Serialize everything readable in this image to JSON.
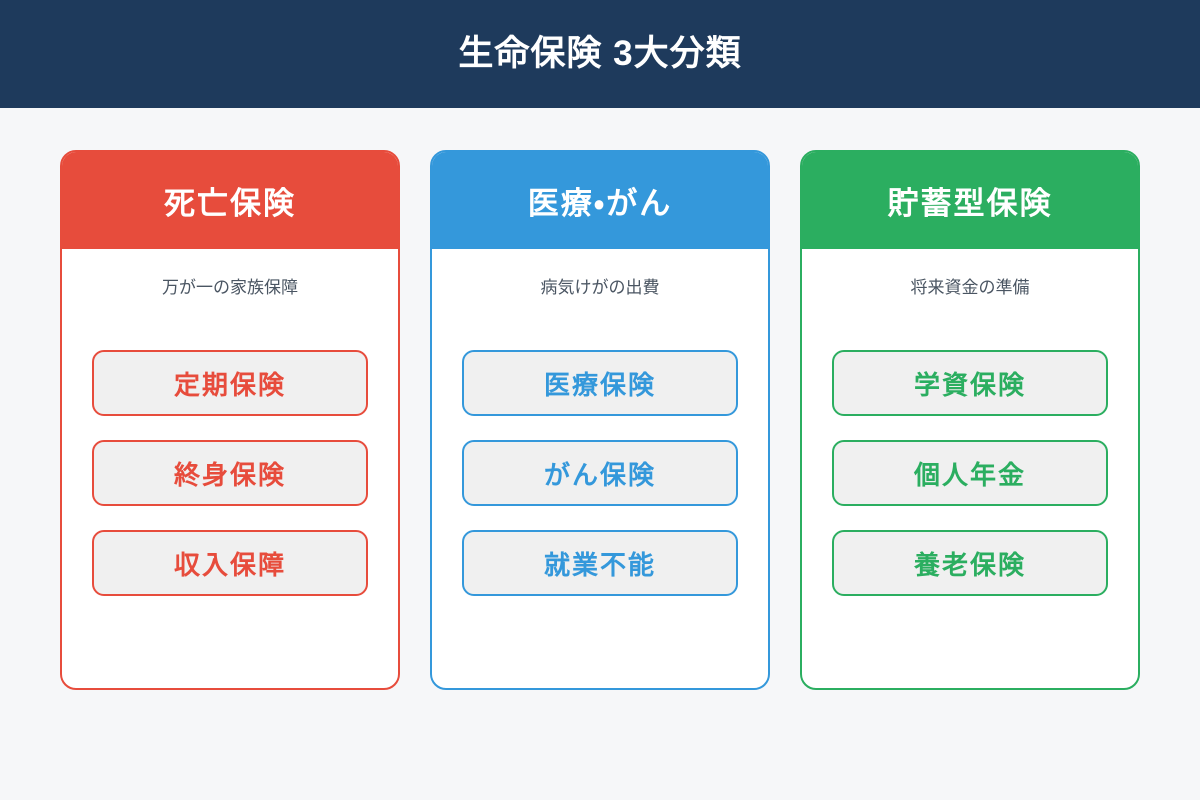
{
  "colors": {
    "page_bg": "#f6f7f9",
    "banner_bg": "#1e3a5c",
    "banner_text": "#ffffff",
    "card_bg": "#ffffff",
    "pill_bg": "#f0f0f0",
    "subtitle_text": "#4a5562"
  },
  "banner": {
    "title": "生命保険 3大分類"
  },
  "cards": [
    {
      "title": "死亡保険",
      "subtitle": "万が一の家族保障",
      "accent": "#e74c3c",
      "items": [
        "定期保険",
        "終身保険",
        "収入保障"
      ]
    },
    {
      "title": "医療・がん",
      "subtitle": "病気けがの出費",
      "accent": "#3498db",
      "items": [
        "医療保険",
        "がん保険",
        "就業不能"
      ]
    },
    {
      "title": "貯蓄型保険",
      "subtitle": "将来資金の準備",
      "accent": "#2bae60",
      "items": [
        "学資保険",
        "個人年金",
        "養老保険"
      ]
    }
  ]
}
